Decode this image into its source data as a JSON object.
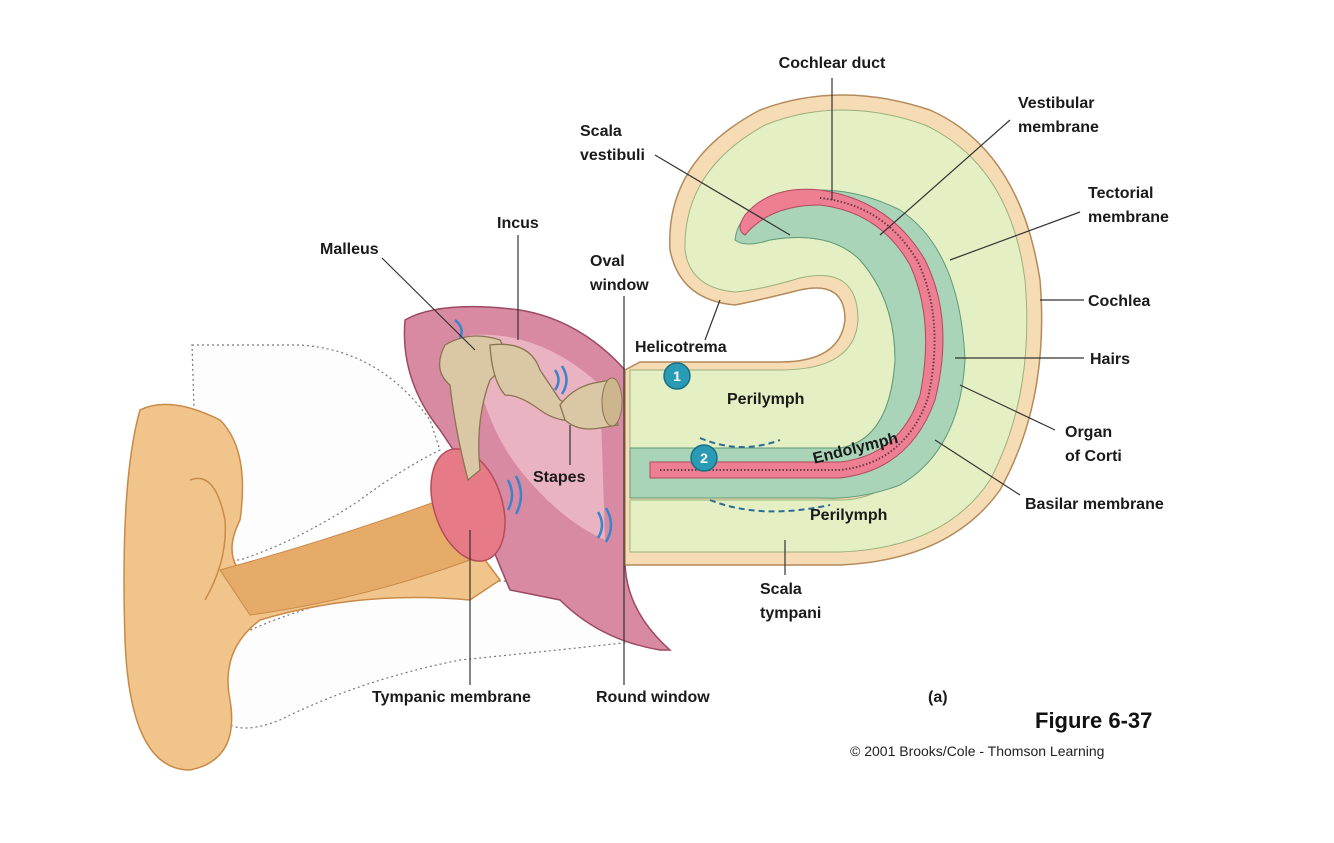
{
  "labels": {
    "cochlear_duct": "Cochlear duct",
    "vestibular_membrane": [
      "Vestibular",
      "membrane"
    ],
    "scala_vestibuli": [
      "Scala",
      "vestibuli"
    ],
    "tectorial_membrane": [
      "Tectorial",
      "membrane"
    ],
    "incus": "Incus",
    "malleus": "Malleus",
    "oval_window": [
      "Oval",
      "window"
    ],
    "cochlea": "Cochlea",
    "helicotrema": "Helicotrema",
    "hairs": "Hairs",
    "perilymph_upper": "Perilymph",
    "endolymph": "Endolymph",
    "organ_of_corti": [
      "Organ",
      "of Corti"
    ],
    "stapes": "Stapes",
    "basilar_membrane": "Basilar membrane",
    "perilymph_lower": "Perilymph",
    "scala_tympani": [
      "Scala",
      "tympani"
    ],
    "tympanic_membrane": "Tympanic membrane",
    "round_window": "Round window",
    "panel": "(a)"
  },
  "markers": {
    "one": "1",
    "two": "2"
  },
  "figure": {
    "title": "Figure 6-37",
    "copyright": "© 2001 Brooks/Cole - Thomson Learning"
  },
  "colors": {
    "skin": "#f0c48a",
    "skin_dark": "#d99a55",
    "bone": "#fafafa",
    "middle_ear": "#d88aa3",
    "middle_ear_light": "#f2c4cf",
    "ossicle": "#d9c7a6",
    "cochlea_outer": "#f6dcb4",
    "perilymph": "#e4efc4",
    "endolymph": "#a9d4b8",
    "membrane_pink": "#ee7f92",
    "marker": "#2a9bb5",
    "wave": "#3a84c9"
  }
}
